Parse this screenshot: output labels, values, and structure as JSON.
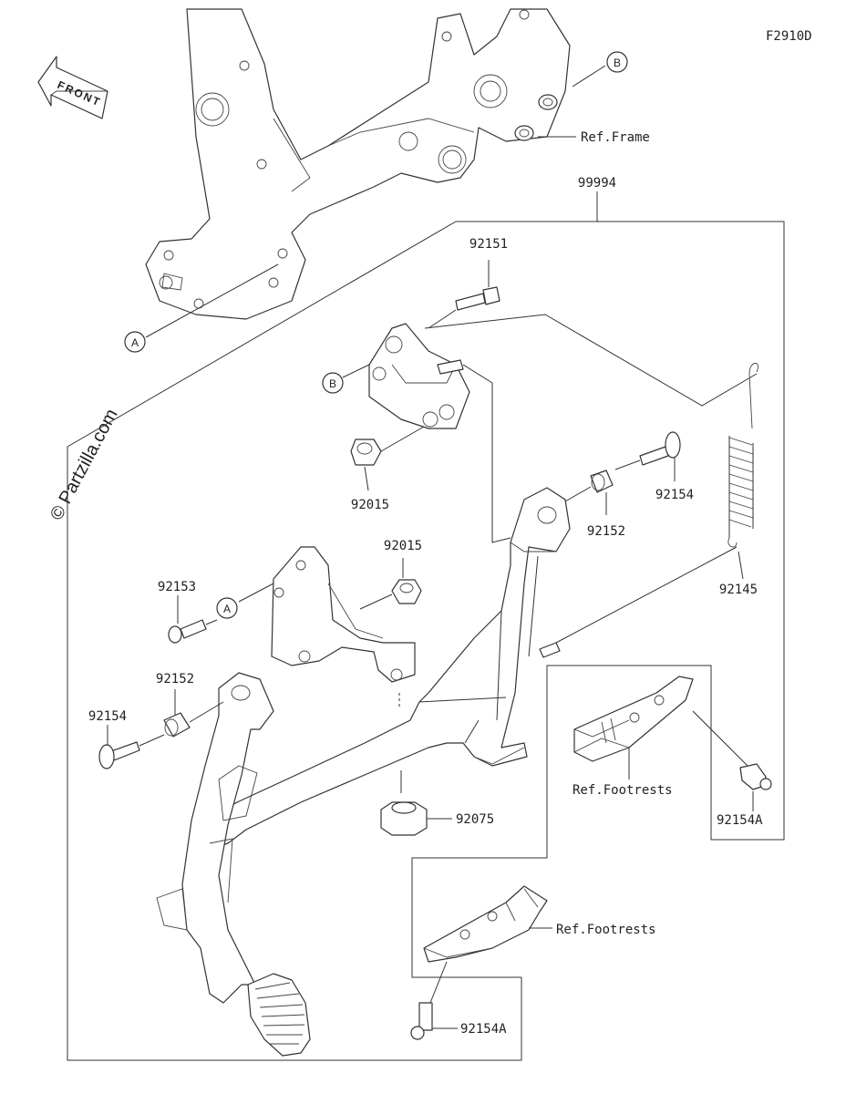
{
  "diagram_id": "F2910D",
  "front_label": "FRONT",
  "watermark": "© Partzilla.com",
  "callouts": {
    "a_top": "A",
    "b_top": "B",
    "b_mid": "B",
    "a_mid": "A"
  },
  "labels": {
    "ref_frame": "Ref.Frame",
    "assembly": "99994",
    "p92151": "92151",
    "p92015_top": "92015",
    "p92154_right": "92154",
    "p92152_right": "92152",
    "p92145": "92145",
    "p92015_mid": "92015",
    "p92153": "92153",
    "p92152_left": "92152",
    "p92154_left": "92154",
    "p92075": "92075",
    "ref_footrests_1": "Ref.Footrests",
    "p92154a_right": "92154A",
    "ref_footrests_2": "Ref.Footrests",
    "p92154a_bottom": "92154A"
  }
}
